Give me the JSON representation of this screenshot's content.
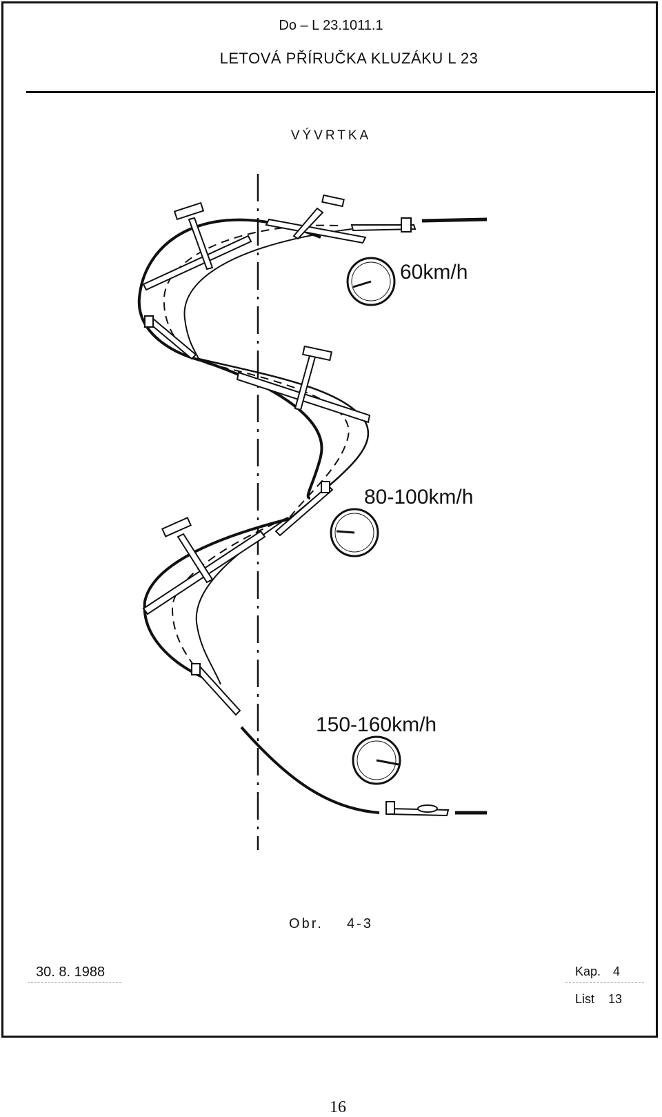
{
  "header": {
    "doc_number": "Do – L 23.1011.1",
    "title": "LETOVÁ  PŘÍRUČKA  KLUZÁKU  L 23"
  },
  "section_title": "VÝVRTKA",
  "figure": {
    "speed_labels": [
      "60km/h",
      "80-100km/h",
      "150-160km/h"
    ],
    "caption": "Obr.    4-3"
  },
  "footer": {
    "date": "30. 8. 1988",
    "kap_label": "Kap.",
    "kap_value": "4",
    "list_label": "List",
    "list_value": "13"
  },
  "page_number": "16"
}
